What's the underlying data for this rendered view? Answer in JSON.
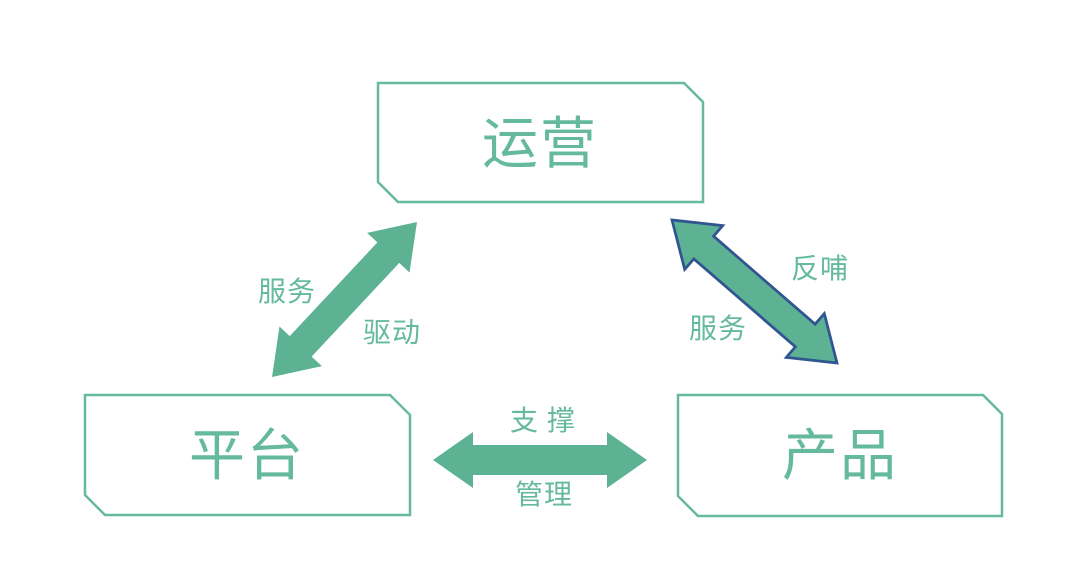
{
  "nodes": {
    "operations": {
      "label": "运营"
    },
    "platform": {
      "label": "平台"
    },
    "product": {
      "label": "产品"
    }
  },
  "edges": {
    "platform_operations": {
      "label_upper": "服务",
      "label_lower": "驱动"
    },
    "operations_product": {
      "label_upper": "反哺",
      "label_lower": "服务"
    },
    "platform_product": {
      "label_upper": "支撑",
      "label_lower": "管理"
    }
  },
  "colors": {
    "green": "#5CB293",
    "green-border": "#66BB9C",
    "green-text": "#64BA9B",
    "blue": "#305590",
    "bg": "#FFFFFF"
  }
}
